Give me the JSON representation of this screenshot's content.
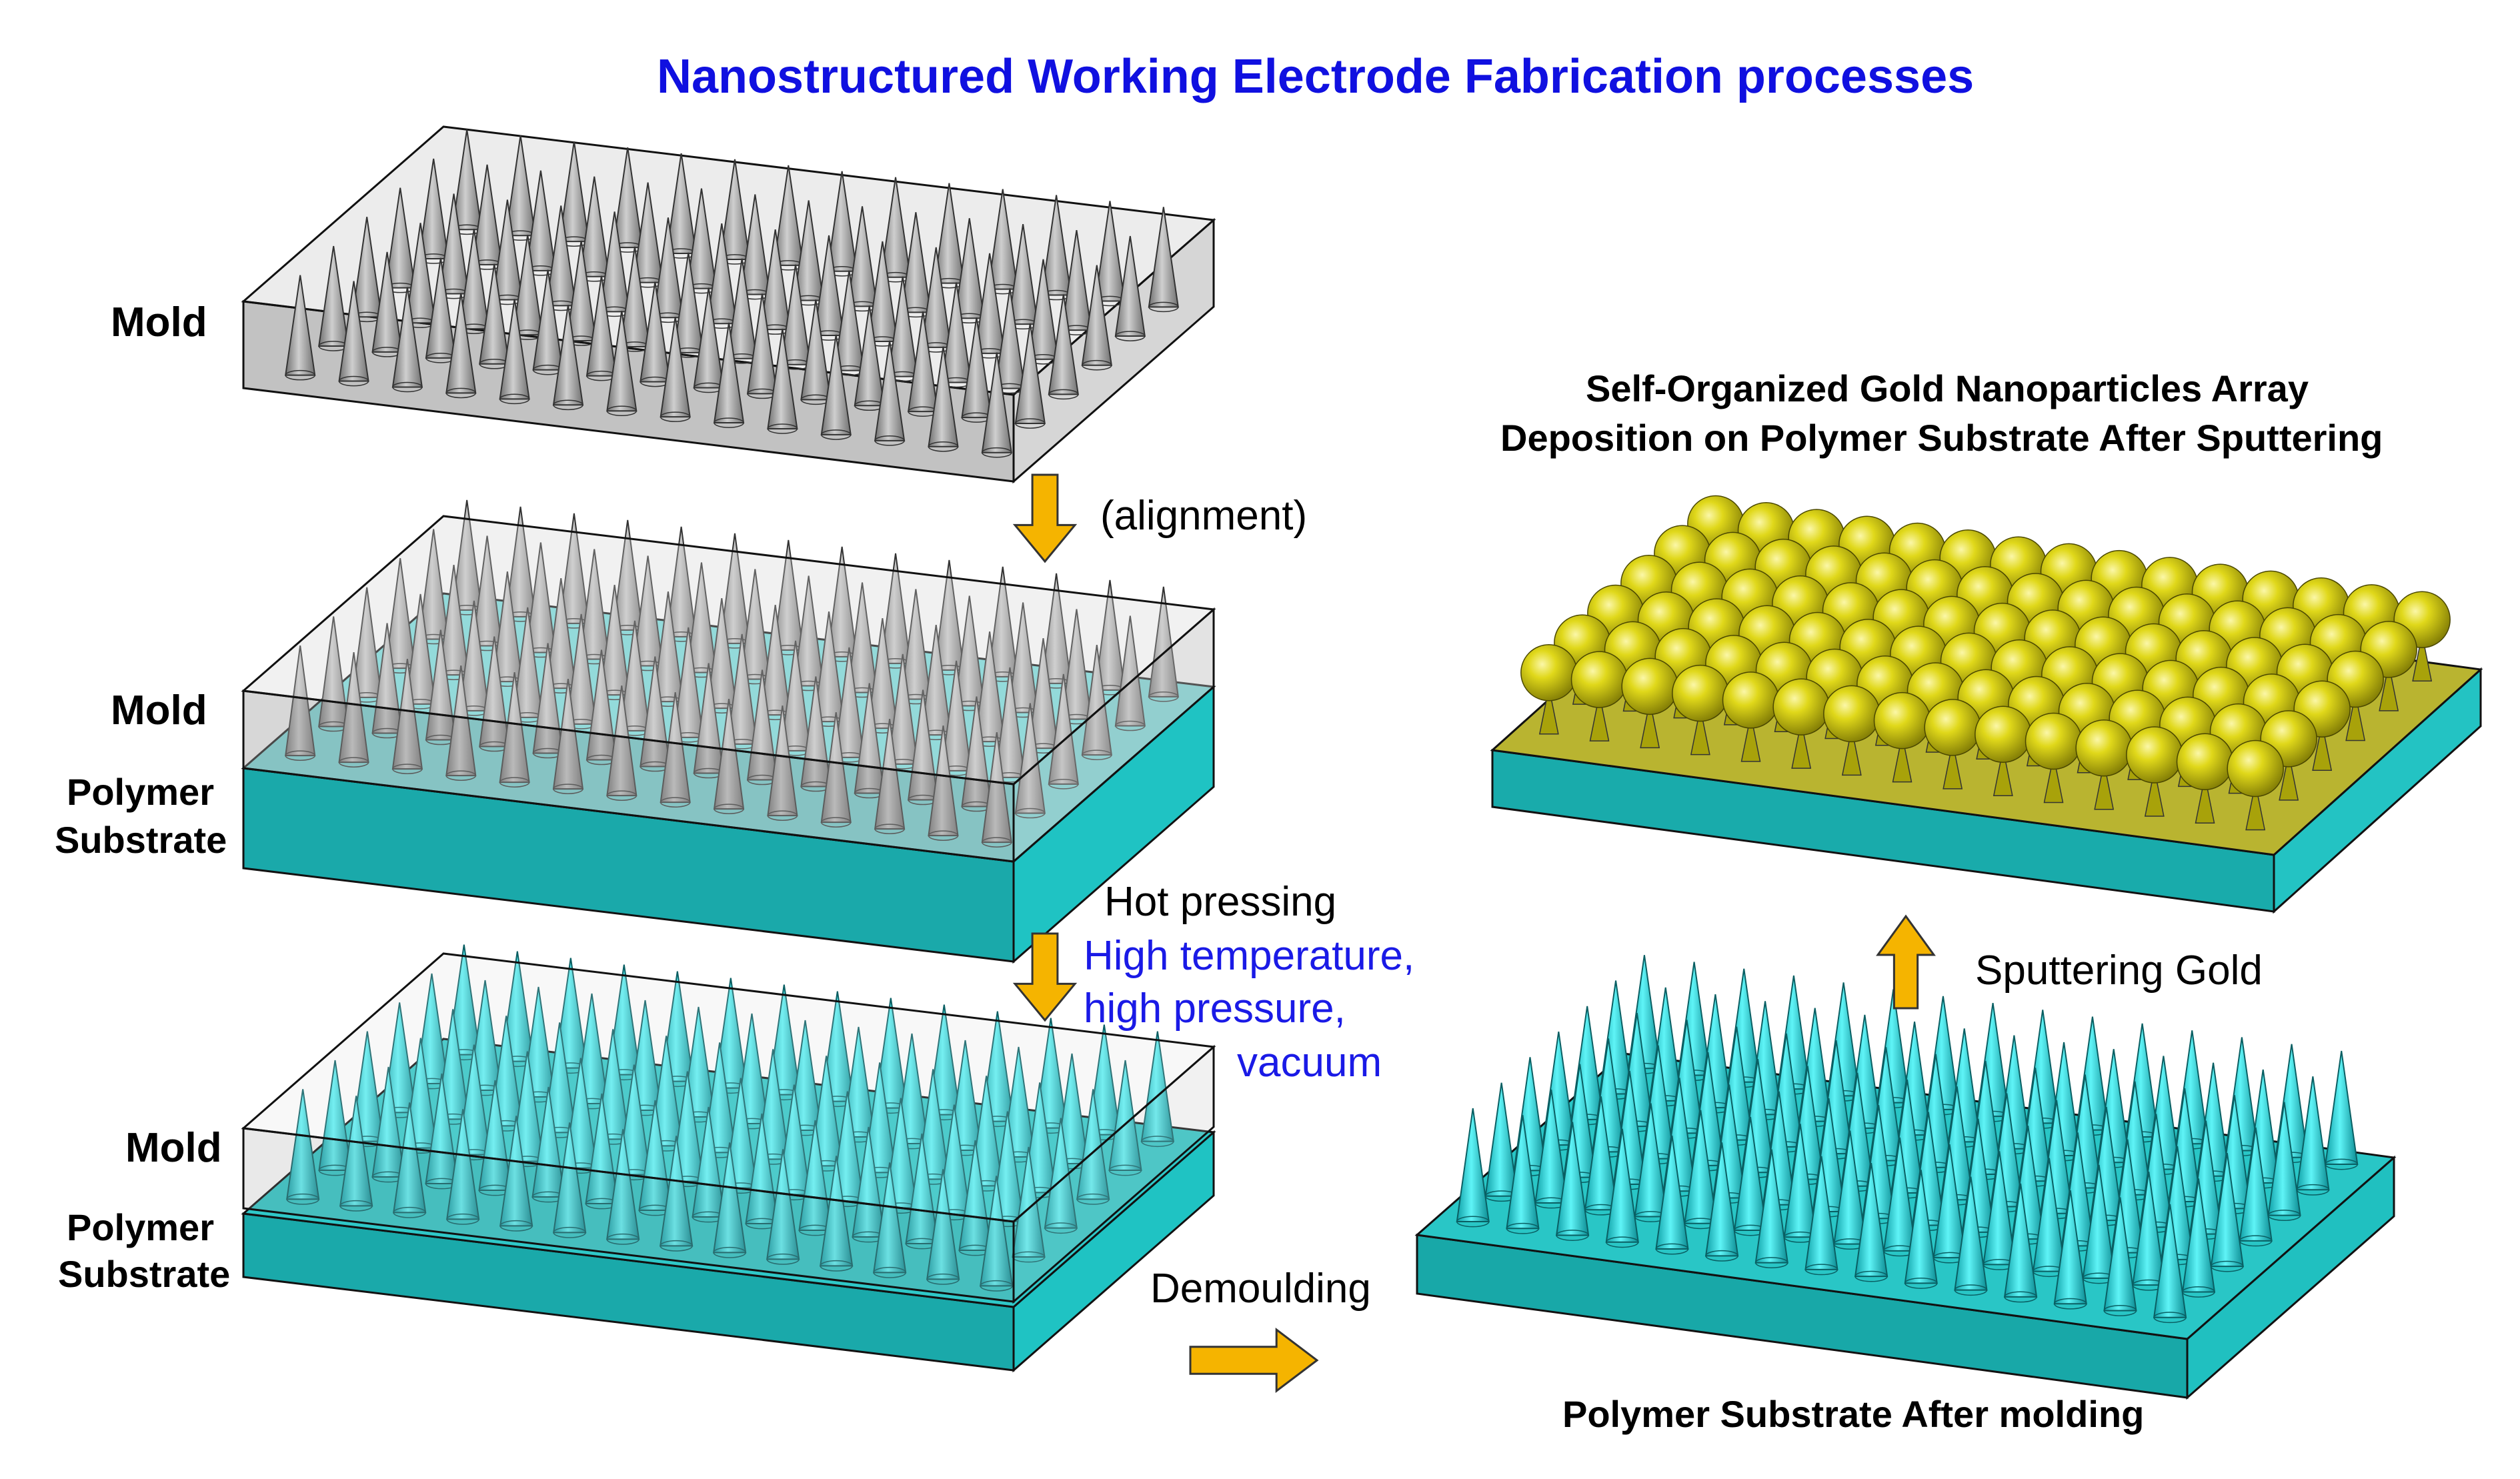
{
  "title": "Nanostructured Working Electrode Fabrication processes",
  "labels": {
    "mold_1": "Mold",
    "mold_2": "Mold",
    "polymer_2": "Polymer",
    "substrate_2": "Substrate",
    "mold_3": "Mold",
    "polymer_3": "Polymer",
    "substrate_3": "Substrate"
  },
  "steps": {
    "alignment": "(alignment)",
    "hot_pressing": "Hot pressing",
    "conditions_line1": "High temperature,",
    "conditions_line2": "high pressure,",
    "conditions_line3": "vacuum",
    "demoulding": "Demoulding",
    "sputtering": "Sputtering Gold"
  },
  "captions": {
    "after_molding": "Polymer Substrate After molding",
    "gold_line1": "Self-Organized Gold Nanoparticles Array",
    "gold_line2": "Deposition on Polymer Substrate After Sputtering"
  },
  "colors": {
    "title": "#1010e0",
    "conditions": "#1a1ae6",
    "arrow_fill": "#f5b400",
    "arrow_stroke": "#333333",
    "mold_grey": "#9a9a9a",
    "substrate_teal": "#17b3b3",
    "cone_cyan": "#22e0e6",
    "gold": "#d4cc10"
  },
  "icons": {
    "arrow_down": "arrow-down-icon",
    "arrow_up": "arrow-up-icon",
    "arrow_right": "arrow-right-icon"
  }
}
